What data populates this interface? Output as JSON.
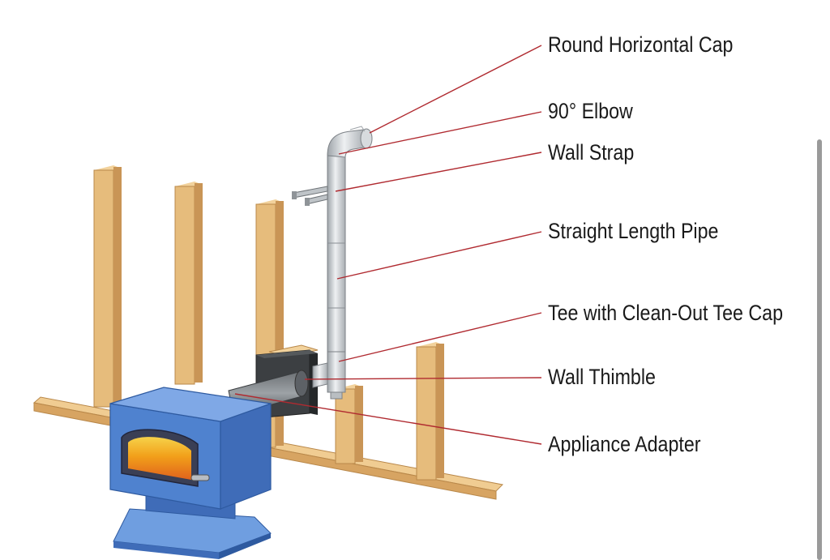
{
  "diagram": {
    "labels": {
      "round_horizontal_cap": "Round Horizontal Cap",
      "elbow_90": "90° Elbow",
      "wall_strap": "Wall Strap",
      "straight_length_pipe": "Straight Length Pipe",
      "tee_with_cleanout": "Tee with Clean-Out Tee Cap",
      "wall_thimble": "Wall Thimble",
      "appliance_adapter": "Appliance Adapter"
    },
    "colors": {
      "leader_line": "#b02a30",
      "stove_blue": "#4f82cf",
      "stud_wood": "#e6bc7c",
      "pipe_metal": "#cfd3d6",
      "fire_orange": "#f2a01a"
    }
  }
}
